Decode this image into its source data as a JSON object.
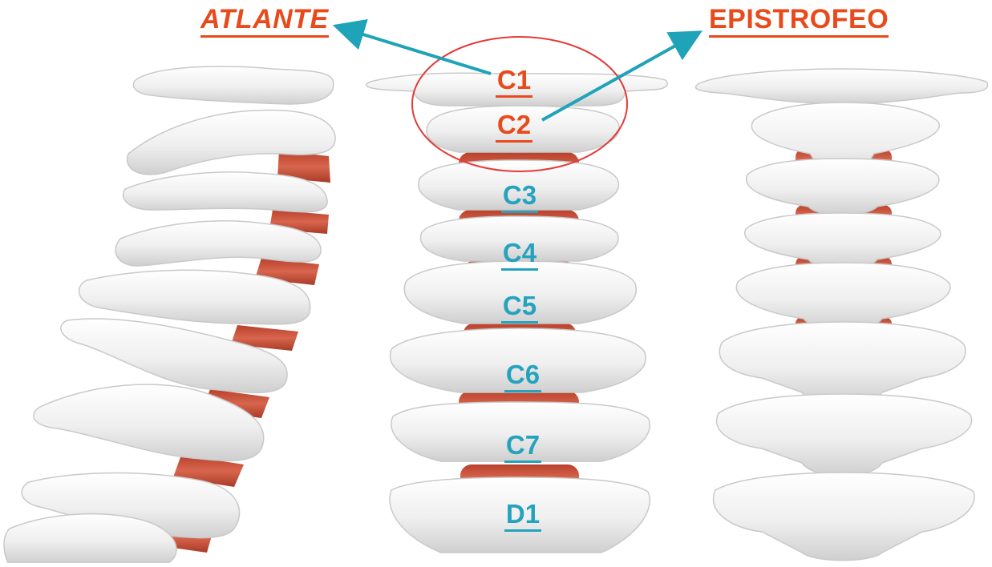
{
  "callouts": {
    "left": "ATLANTE",
    "right": "EPISTROFEO"
  },
  "vertebrae": [
    {
      "label": "C1",
      "group": "upper"
    },
    {
      "label": "C2",
      "group": "upper"
    },
    {
      "label": "C3",
      "group": "lower"
    },
    {
      "label": "C4",
      "group": "lower"
    },
    {
      "label": "C5",
      "group": "lower"
    },
    {
      "label": "C6",
      "group": "lower"
    },
    {
      "label": "C7",
      "group": "lower"
    },
    {
      "label": "D1",
      "group": "lower"
    }
  ],
  "colors": {
    "label_upper": "#e94a1c",
    "label_lower": "#25a3be",
    "arrow": "#1fa3b8",
    "bone": "#f2f2f2",
    "disc": "#c8553f",
    "circle": "#e23b3b"
  }
}
